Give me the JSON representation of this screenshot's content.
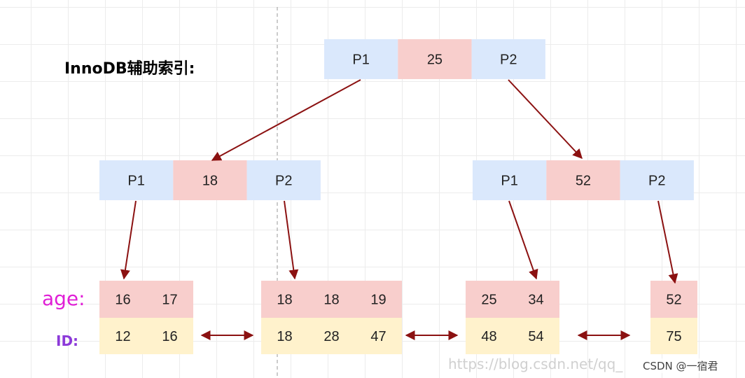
{
  "title": "InnoDB辅助索引:",
  "row_labels": {
    "age": "age:",
    "id": "ID:"
  },
  "colors": {
    "pointer_cell": "#dae8fc",
    "key_cell": "#f8cecc",
    "id_cell": "#fff2cc",
    "arrow": "#8b1111",
    "age_label": "#e01fd6",
    "id_label": "#8c3ad9"
  },
  "root": {
    "cells": [
      "P1",
      "25",
      "P2"
    ]
  },
  "internal_nodes": [
    {
      "cells": [
        "P1",
        "18",
        "P2"
      ]
    },
    {
      "cells": [
        "P1",
        "52",
        "P2"
      ]
    }
  ],
  "leaves": [
    {
      "age": [
        "16",
        "17"
      ],
      "id": [
        "12",
        "16"
      ]
    },
    {
      "age": [
        "18",
        "18",
        "19"
      ],
      "id": [
        "18",
        "28",
        "47"
      ]
    },
    {
      "age": [
        "25",
        "34"
      ],
      "id": [
        "48",
        "54"
      ]
    },
    {
      "age": [
        "52"
      ],
      "id": [
        "75"
      ]
    }
  ],
  "watermark": "https://blog.csdn.net/qq_",
  "credit": "CSDN @一宿君"
}
